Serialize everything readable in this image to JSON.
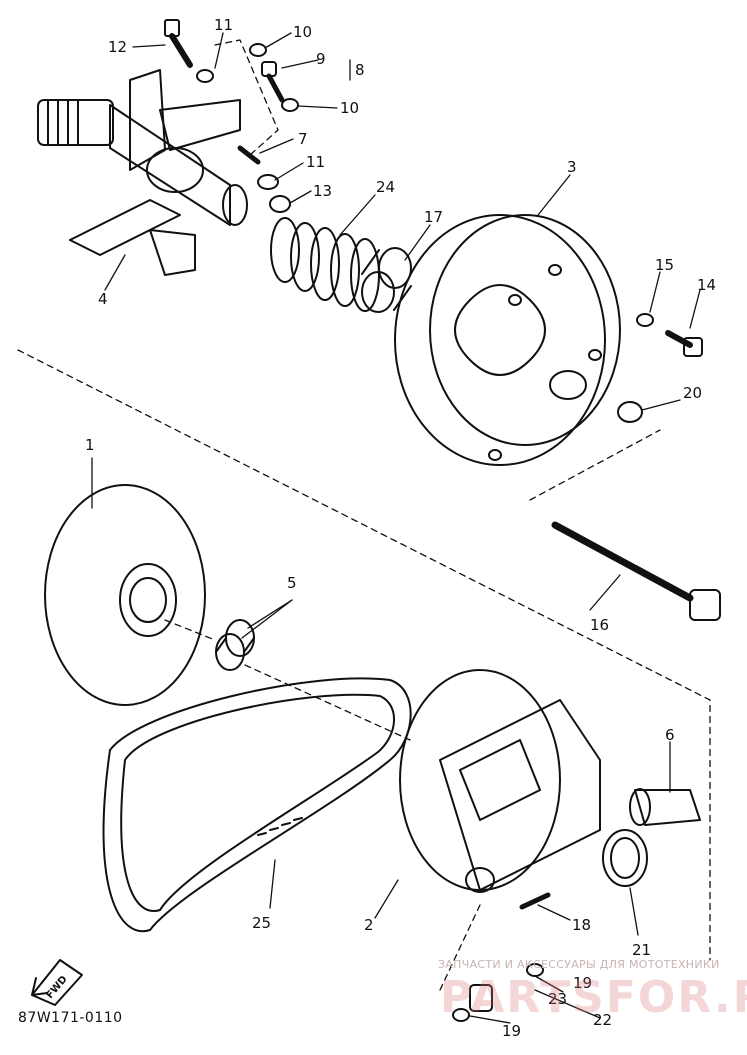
{
  "diagram": {
    "reference": "87W171-0110",
    "direction_marker": "FWD",
    "watermark_line1": "ЗАПЧАСТИ И АКСЕССУАРЫ ДЛЯ МОТОТЕХНИКИ",
    "watermark_line2": "PARTSFOR.RU",
    "callouts": [
      "1",
      "2",
      "3",
      "4",
      "5",
      "6",
      "7",
      "8",
      "9",
      "10",
      "11",
      "12",
      "13",
      "14",
      "15",
      "16",
      "17",
      "18",
      "19",
      "20",
      "21",
      "22",
      "23",
      "24",
      "25"
    ]
  }
}
